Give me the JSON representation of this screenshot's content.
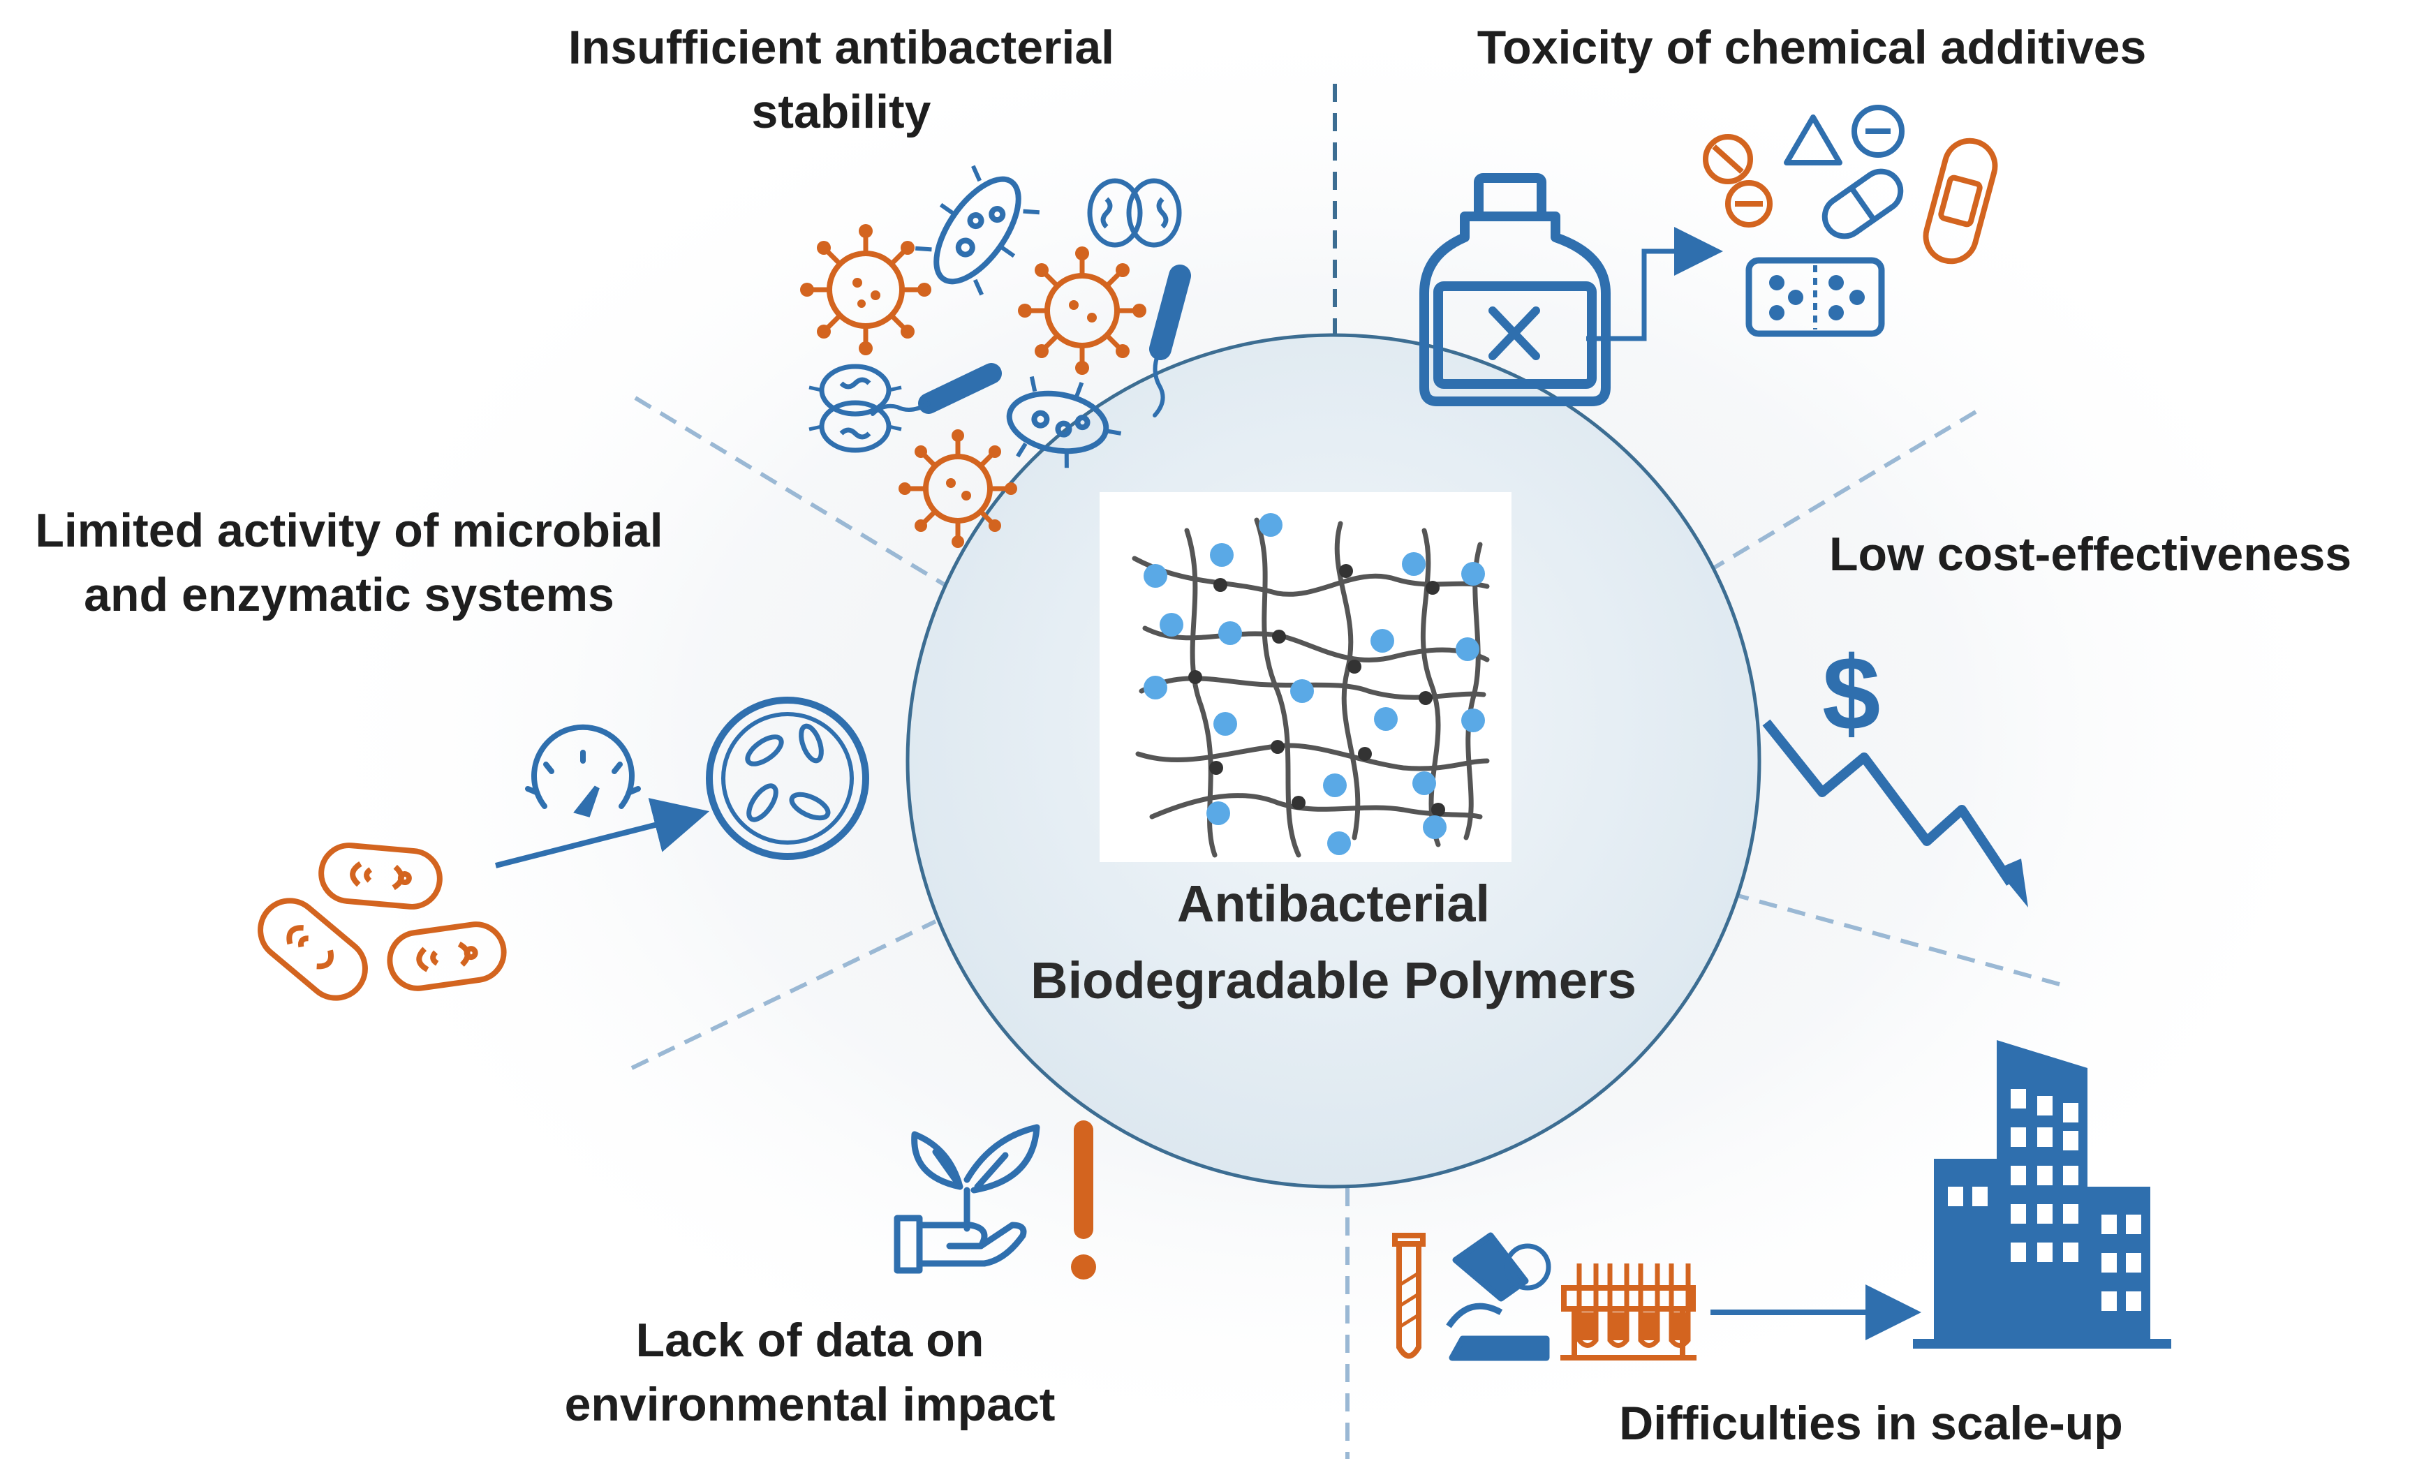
{
  "center": {
    "line1": "Antibacterial",
    "line2": "Biodegradable Polymers"
  },
  "challenges": {
    "top_left": {
      "line1": "Insufficient antibacterial",
      "line2": "stability"
    },
    "top_right": {
      "line1": "Toxicity of chemical additives"
    },
    "mid_left": {
      "line1": "Limited activity of microbial",
      "line2": "and enzymatic systems"
    },
    "mid_right": {
      "line1": "Low cost-effectiveness"
    },
    "bottom_left": {
      "line1": "Lack of data on",
      "line2": "environmental impact"
    },
    "bottom_right": {
      "line1": "Difficulties in scale-up"
    }
  },
  "icons": {
    "dollar": "$"
  },
  "colors": {
    "blue": "#2f6fae",
    "orange": "#d3641f",
    "center_fill": "#e6eef4",
    "center_stroke": "#3c6d92",
    "dot": "#5aa9e6",
    "mesh": "#555555"
  }
}
